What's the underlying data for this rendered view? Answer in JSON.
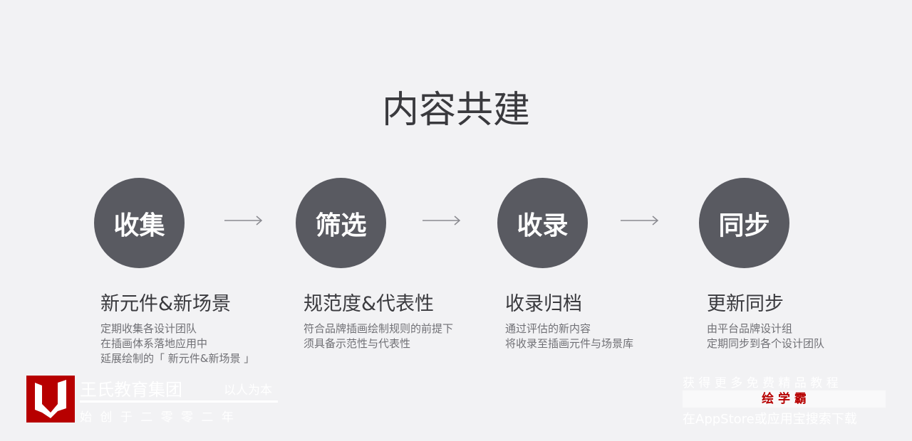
{
  "title": "内容共建",
  "steps": [
    {
      "circle": "收集",
      "heading": "新元件&新场景",
      "lines": [
        "定期收集各设计团队",
        "在插画体系落地应用中",
        "延展绘制的「 新元件&新场景 」"
      ]
    },
    {
      "circle": "筛选",
      "heading": "规范度&代表性",
      "lines": [
        "符合品牌插画绘制规则的前提下",
        "须具备示范性与代表性"
      ]
    },
    {
      "circle": "收录",
      "heading": "收录归档",
      "lines": [
        "通过评估的新内容",
        "将收录至插画元件与场景库"
      ]
    },
    {
      "circle": "同步",
      "heading": "更新同步",
      "lines": [
        "由平台品牌设计组",
        "定期同步到各个设计团队"
      ]
    }
  ],
  "watermark": {
    "name": "王氏教育集团",
    "motto": "以人为本",
    "since": "始 创 于 二 零 零 二 年"
  },
  "promo": {
    "line1": "获 得 更 多 免 费 精 品 教 程",
    "app": "绘 学 霸",
    "line3": "在AppStore或应用宝搜索下载"
  }
}
